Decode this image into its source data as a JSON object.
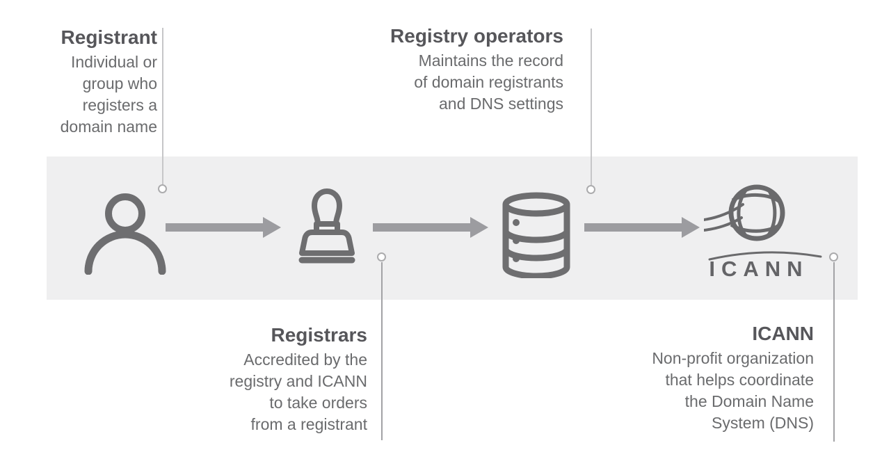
{
  "diagram": {
    "subject": "Domain name registration flow",
    "flow_direction": "left-to-right"
  },
  "colors": {
    "band_background": "#efeff0",
    "icon_gray": "#6e6e70",
    "arrow_gray": "#9c9ca0",
    "callout_line_gray": "#c6c6c8",
    "heading_text": "#56565a",
    "body_text": "#6a6b6d"
  },
  "nodes": [
    {
      "id": "registrant",
      "label": "Registrant",
      "description": [
        "Individual or",
        "group who",
        "registers a",
        "domain name"
      ],
      "icon": "person-icon"
    },
    {
      "id": "registrars",
      "label": "Registrars",
      "description": [
        "Accredited by the",
        "registry and ICANN",
        "to take orders",
        "from a registrant"
      ],
      "icon": "stamp-icon"
    },
    {
      "id": "registry-operators",
      "label": "Registry operators",
      "description": [
        "Maintains the record",
        "of domain registrants",
        "and DNS settings"
      ],
      "icon": "database-icon"
    },
    {
      "id": "icann",
      "label": "ICANN",
      "description": [
        "Non-profit organization",
        "that helps coordinate",
        "the Domain Name",
        "System (DNS)"
      ],
      "icon": "icann-logo"
    }
  ],
  "icann_logo": {
    "wordmark": "ICANN"
  }
}
